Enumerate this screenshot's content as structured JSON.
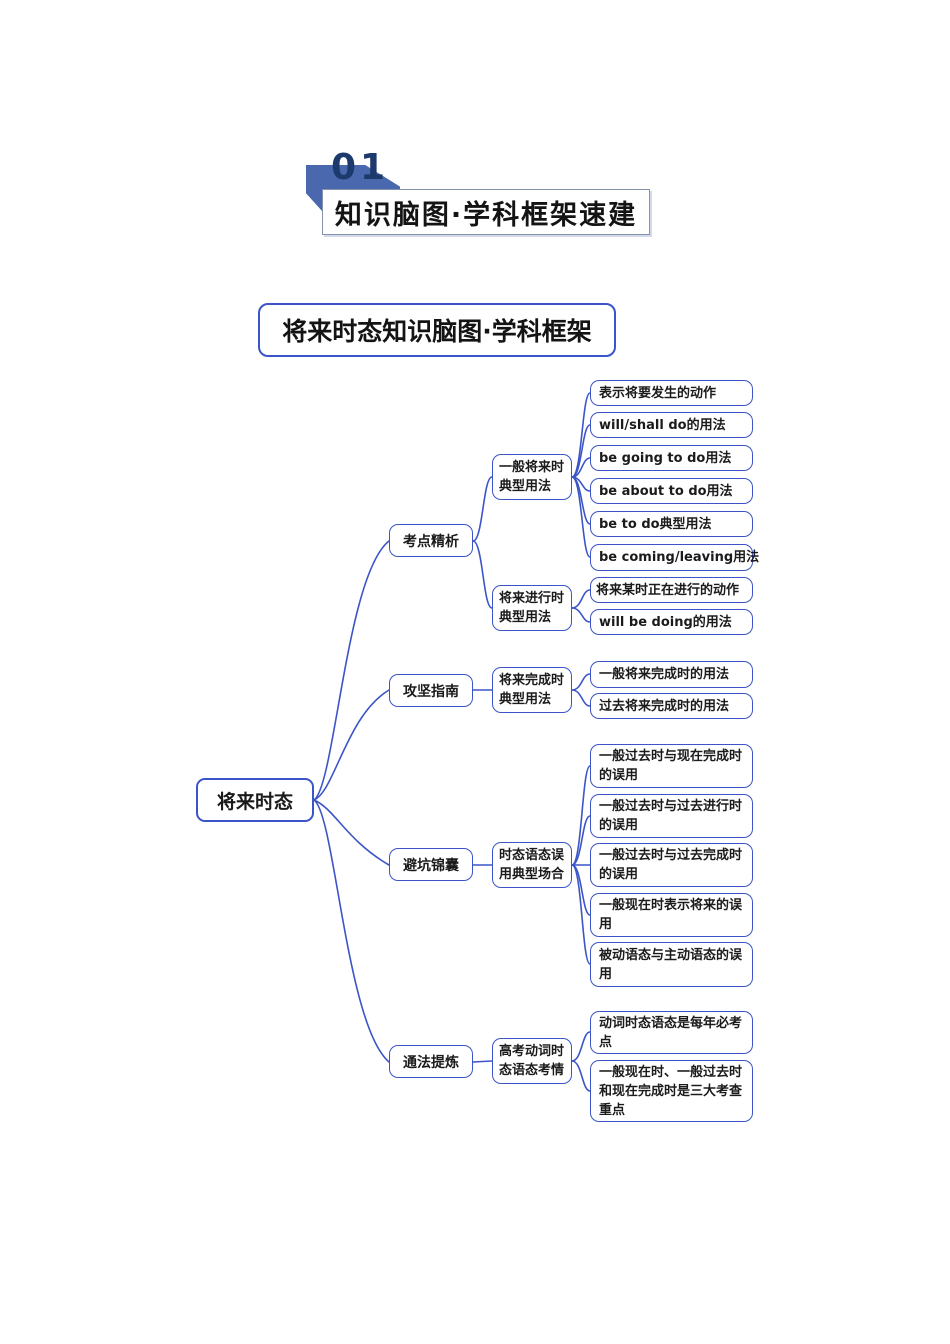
{
  "header": {
    "number": "01",
    "title": "知识脑图·学科框架速建"
  },
  "subtitle": "将来时态知识脑图·学科框架",
  "colors": {
    "node_blue": "#3b55c8",
    "banner_blue": "#4a68ae",
    "number_navy": "#1d3a6d",
    "text_black": "#1b1b1b"
  },
  "mindmap": {
    "root": "将来时态",
    "branches": [
      {
        "label": "考点精析",
        "children": [
          {
            "label": "一般将来时典型用法",
            "leaves": [
              "表示将要发生的动作",
              "will/shall do的用法",
              "be going to do用法",
              "be about to do用法",
              "be to do典型用法",
              "be coming/leaving用法"
            ]
          },
          {
            "label": "将来进行时典型用法",
            "leaves": [
              "将来某时正在进行的动作",
              "will be doing的用法"
            ]
          }
        ]
      },
      {
        "label": "攻坚指南",
        "children": [
          {
            "label": "将来完成时典型用法",
            "leaves": [
              "一般将来完成时的用法",
              "过去将来完成时的用法"
            ]
          }
        ]
      },
      {
        "label": "避坑锦囊",
        "children": [
          {
            "label": "时态语态误用典型场合",
            "leaves": [
              "一般过去时与现在完成时的误用",
              "一般过去时与过去进行时的误用",
              "一般过去时与过去完成时的误用",
              "一般现在时表示将来的误用",
              "被动语态与主动语态的误用"
            ]
          }
        ]
      },
      {
        "label": "通法提炼",
        "children": [
          {
            "label": "高考动词时态语态考情",
            "leaves": [
              "动词时态语态是每年必考点",
              "一般现在时、一般过去时和现在完成时是三大考查重点"
            ]
          }
        ]
      }
    ]
  }
}
